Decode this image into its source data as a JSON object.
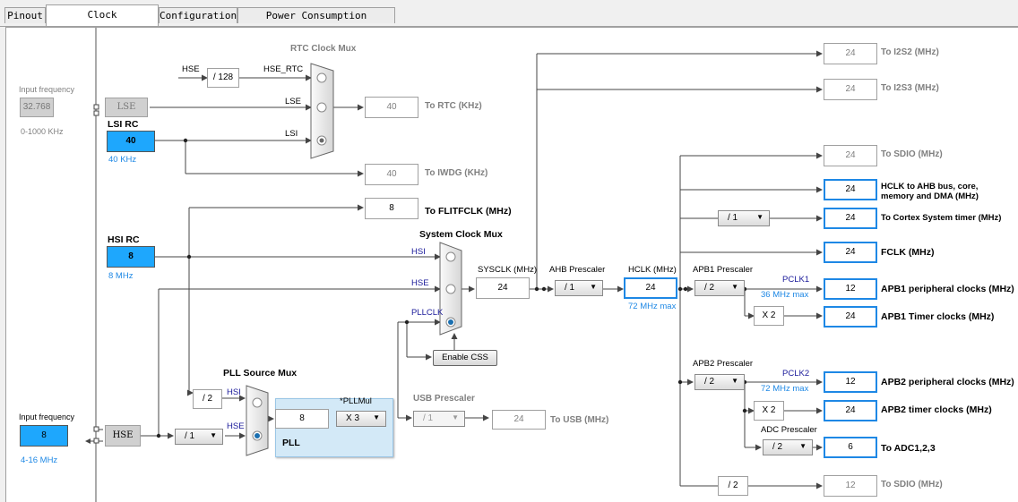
{
  "tabs": [
    {
      "label": "Pinout",
      "active": false
    },
    {
      "label": "Clock Configuration",
      "active": true
    },
    {
      "label": "Configuration",
      "active": false
    },
    {
      "label": "Power Consumption Calculator",
      "active": false
    }
  ],
  "lse": {
    "input_label": "Input frequency",
    "input_value": "32.768",
    "range": "0-1000 KHz",
    "name": "LSE"
  },
  "lsi": {
    "name": "LSI RC",
    "value": "40",
    "freq": "40 KHz"
  },
  "rtc_mux": {
    "title": "RTC Clock Mux",
    "hse_label": "HSE",
    "div_label": "/ 128",
    "hse_rtc": "HSE_RTC",
    "lse": "LSE",
    "lsi": "LSI"
  },
  "rtc_out": {
    "value": "40",
    "label": "To RTC (KHz)"
  },
  "iwdg_out": {
    "value": "40",
    "label": "To IWDG (KHz)"
  },
  "flit_out": {
    "value": "8",
    "label": "To FLITFCLK (MHz)"
  },
  "hsi": {
    "name": "HSI RC",
    "value": "8",
    "freq": "8 MHz"
  },
  "sys_mux": {
    "title": "System Clock Mux",
    "hsi": "HSI",
    "hse": "HSE",
    "pllclk": "PLLCLK",
    "css": "Enable CSS"
  },
  "sysclk": {
    "label": "SYSCLK (MHz)",
    "value": "24"
  },
  "ahb": {
    "label": "AHB Prescaler",
    "value": "/ 1"
  },
  "hclk": {
    "label": "HCLK (MHz)",
    "value": "24",
    "max": "72 MHz max"
  },
  "apb1": {
    "label": "APB1 Prescaler",
    "value": "/ 2",
    "pclk": "PCLK1",
    "max": "36 MHz max",
    "mult": "X 2"
  },
  "apb2": {
    "label": "APB2 Prescaler",
    "value": "/ 2",
    "pclk": "PCLK2",
    "max": "72 MHz max",
    "mult": "X 2"
  },
  "adc": {
    "label": "ADC Prescaler",
    "value": "/ 2"
  },
  "cortex_div": "/ 1",
  "outputs": {
    "i2s2": {
      "value": "24",
      "label": "To I2S2 (MHz)"
    },
    "i2s3": {
      "value": "24",
      "label": "To I2S3 (MHz)"
    },
    "sdio1": {
      "value": "24",
      "label": "To SDIO (MHz)"
    },
    "hclk_ahb": {
      "value": "24",
      "label1": "HCLK to AHB bus, core,",
      "label2": "memory and DMA (MHz)"
    },
    "cortex": {
      "value": "24",
      "label": "To Cortex System timer (MHz)"
    },
    "fclk": {
      "value": "24",
      "label": "FCLK (MHz)"
    },
    "apb1_periph": {
      "value": "12",
      "label": "APB1 peripheral clocks (MHz)"
    },
    "apb1_timer": {
      "value": "24",
      "label": "APB1 Timer clocks (MHz)"
    },
    "apb2_periph": {
      "value": "12",
      "label": "APB2 peripheral clocks (MHz)"
    },
    "apb2_timer": {
      "value": "24",
      "label": "APB2 timer clocks (MHz)"
    },
    "adc": {
      "value": "6",
      "label": "To ADC1,2,3"
    },
    "sdio2": {
      "value": "12",
      "label": "To SDIO (MHz)",
      "div": "/ 2"
    }
  },
  "pll_src": {
    "title": "PLL Source Mux",
    "div": "/ 2",
    "hsi": "HSI",
    "hse": "HSE"
  },
  "pll": {
    "label": "PLL",
    "mul_label": "*PLLMul",
    "input": "8",
    "mul": "X 3"
  },
  "usb": {
    "label": "USB Prescaler",
    "div": "/ 1",
    "value": "24",
    "out_label": "To USB (MHz)"
  },
  "hse": {
    "input_label": "Input frequency",
    "value": "8",
    "range": "4-16 MHz",
    "name": "HSE",
    "div": "/ 1"
  }
}
